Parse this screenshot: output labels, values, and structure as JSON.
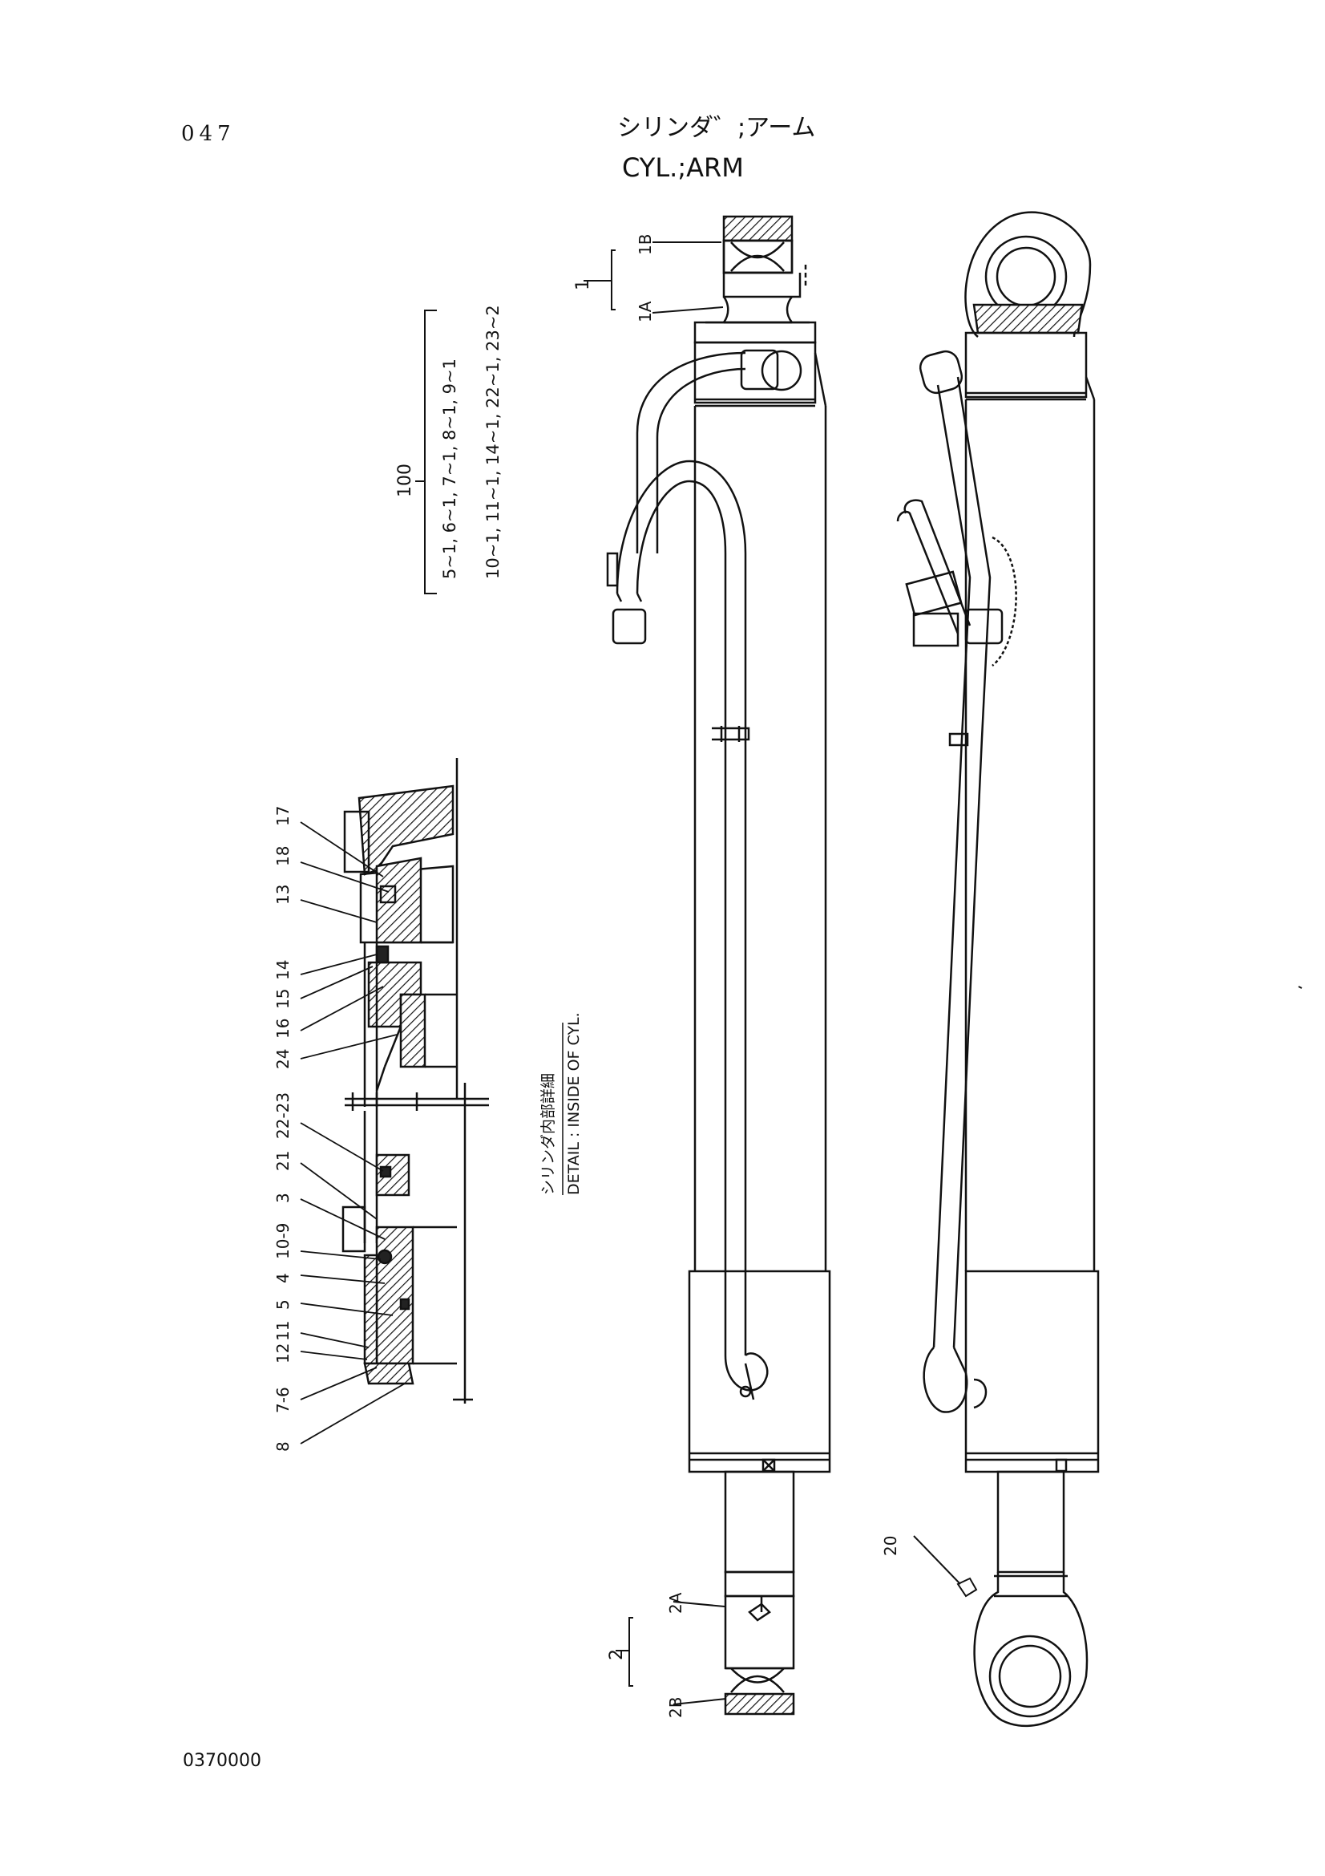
{
  "page": {
    "page_number": "047",
    "title_jp": "シリンダ゛;アーム",
    "title_en": "CYL.;ARM",
    "drawing_number": "0370000"
  },
  "kit": {
    "number": "100",
    "row1": "5~1, 6~1, 7~1, 8~1, 9~1",
    "row2": "10~1, 11~1, 14~1, 22~1, 23~2"
  },
  "rod_end_labels": {
    "group": "1",
    "part_a": "1A",
    "part_b": "1B"
  },
  "head_end_labels": {
    "group": "2",
    "part_a": "2A",
    "part_b": "2B"
  },
  "grease_fitting_label": "20",
  "detail": {
    "caption_jp": "シリンダ内部詳細",
    "caption_en": "DETAIL : INSIDE OF CYL.",
    "callouts": [
      "17",
      "18",
      "13",
      "14",
      "15",
      "16",
      "24",
      "22-23",
      "21",
      "3",
      "10-9",
      "4",
      "5",
      "11",
      "12",
      "7-6",
      "8"
    ]
  }
}
